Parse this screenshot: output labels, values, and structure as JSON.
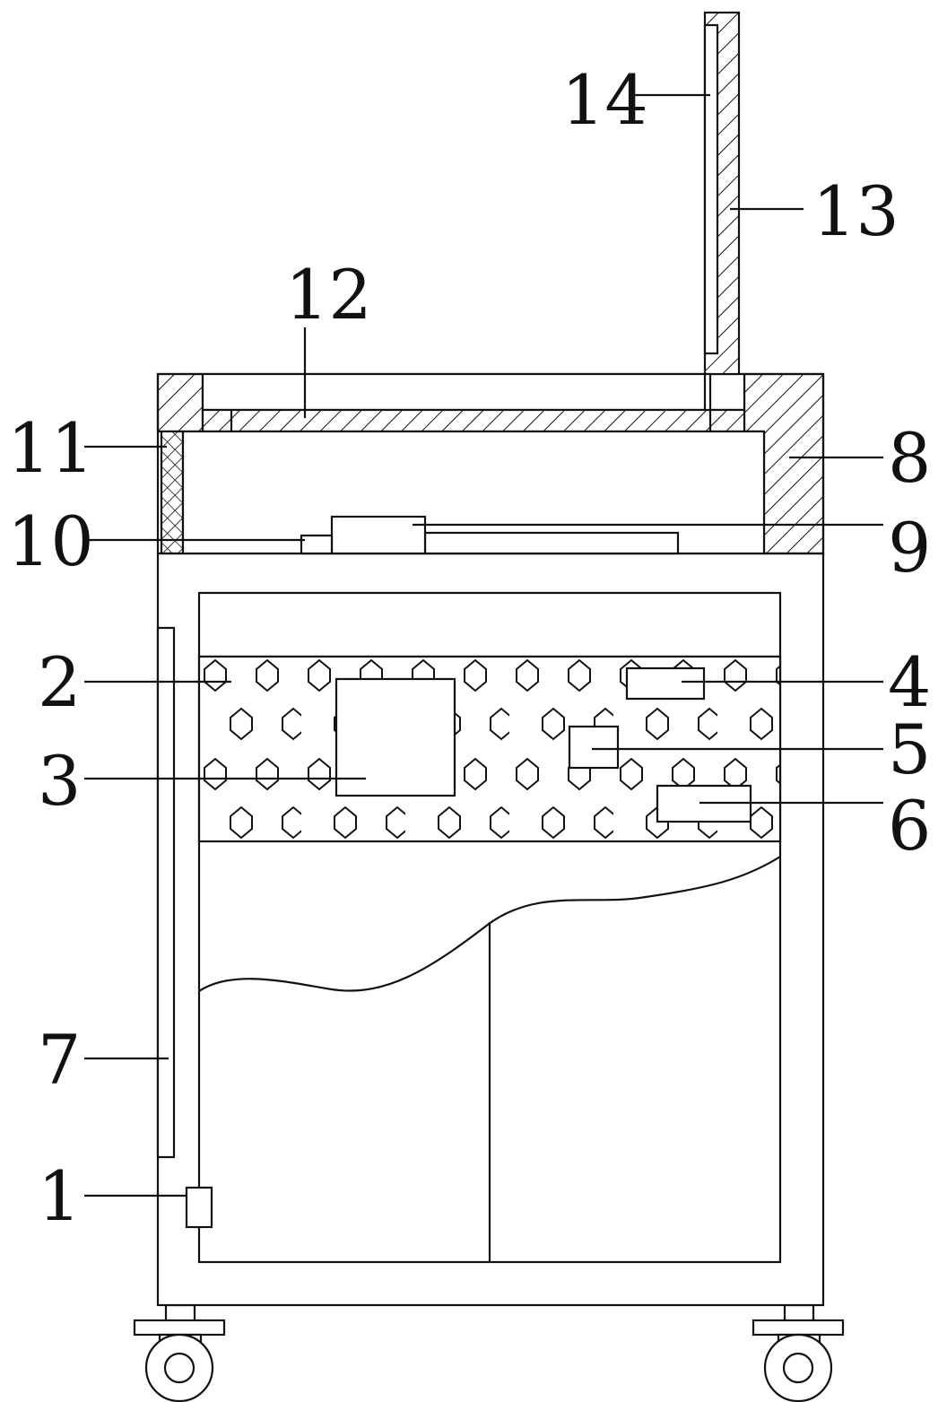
{
  "diagram": {
    "type": "patent-drawing",
    "subject": "wheeled cabinet apparatus, front sectional view",
    "callouts": [
      {
        "id": "1",
        "label": "1"
      },
      {
        "id": "2",
        "label": "2"
      },
      {
        "id": "3",
        "label": "3"
      },
      {
        "id": "4",
        "label": "4"
      },
      {
        "id": "5",
        "label": "5"
      },
      {
        "id": "6",
        "label": "6"
      },
      {
        "id": "7",
        "label": "7"
      },
      {
        "id": "8",
        "label": "8"
      },
      {
        "id": "9",
        "label": "9"
      },
      {
        "id": "10",
        "label": "10"
      },
      {
        "id": "11",
        "label": "11"
      },
      {
        "id": "12",
        "label": "12"
      },
      {
        "id": "13",
        "label": "13"
      },
      {
        "id": "14",
        "label": "14"
      }
    ]
  }
}
